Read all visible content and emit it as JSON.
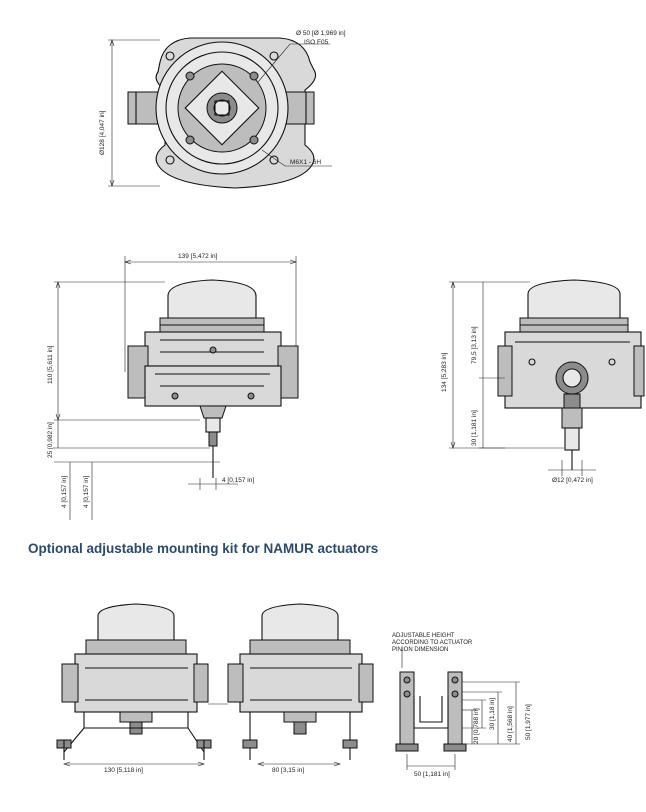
{
  "heading": "Optional adjustable mounting kit for NAMUR actuators",
  "top_view": {
    "diameter_dim": "Ø128 [4,047 in]",
    "bolt_circle_dim": "Ø 50 [Ø 1,969 in]",
    "flange_std": "ISO F05",
    "thread_dim": "M6X1 - 6H"
  },
  "front_view": {
    "width_dim": "139 [5,472 in]",
    "height_dim": "110 [5,611 in]",
    "shaft_dim": "25 [0,982 in]",
    "slot_dim_a": "4 [0,157 in]",
    "slot_dim_b": "4 [0,157 in]",
    "slot_dim_c": "4 [0,157 in]"
  },
  "side_view": {
    "total_height_dim": "134 [5,283 in]",
    "cap_height_dim": "79,5 [3,13 in]",
    "base_height_dim": "30 [1,181 in]",
    "shaft_dia_dim": "Ø12 [0,472 in]"
  },
  "mounting_kit": {
    "width_a_dim": "130 [5,118 in]",
    "width_b_dim": "80 [3,15 in]",
    "note_line1": "ADJUSTABLE HEIGHT",
    "note_line2": "ACCORDING TO ACTUATOR",
    "note_line3": "PINION DIMENSION",
    "bracket_width_dim": "50 [1,181 in]",
    "h1_dim": "50 [1,977 in]",
    "h2_dim": "40 [1,568 in]",
    "h3_dim": "30 [1,18 in]",
    "h4_dim": "20 [0,788 in]"
  }
}
